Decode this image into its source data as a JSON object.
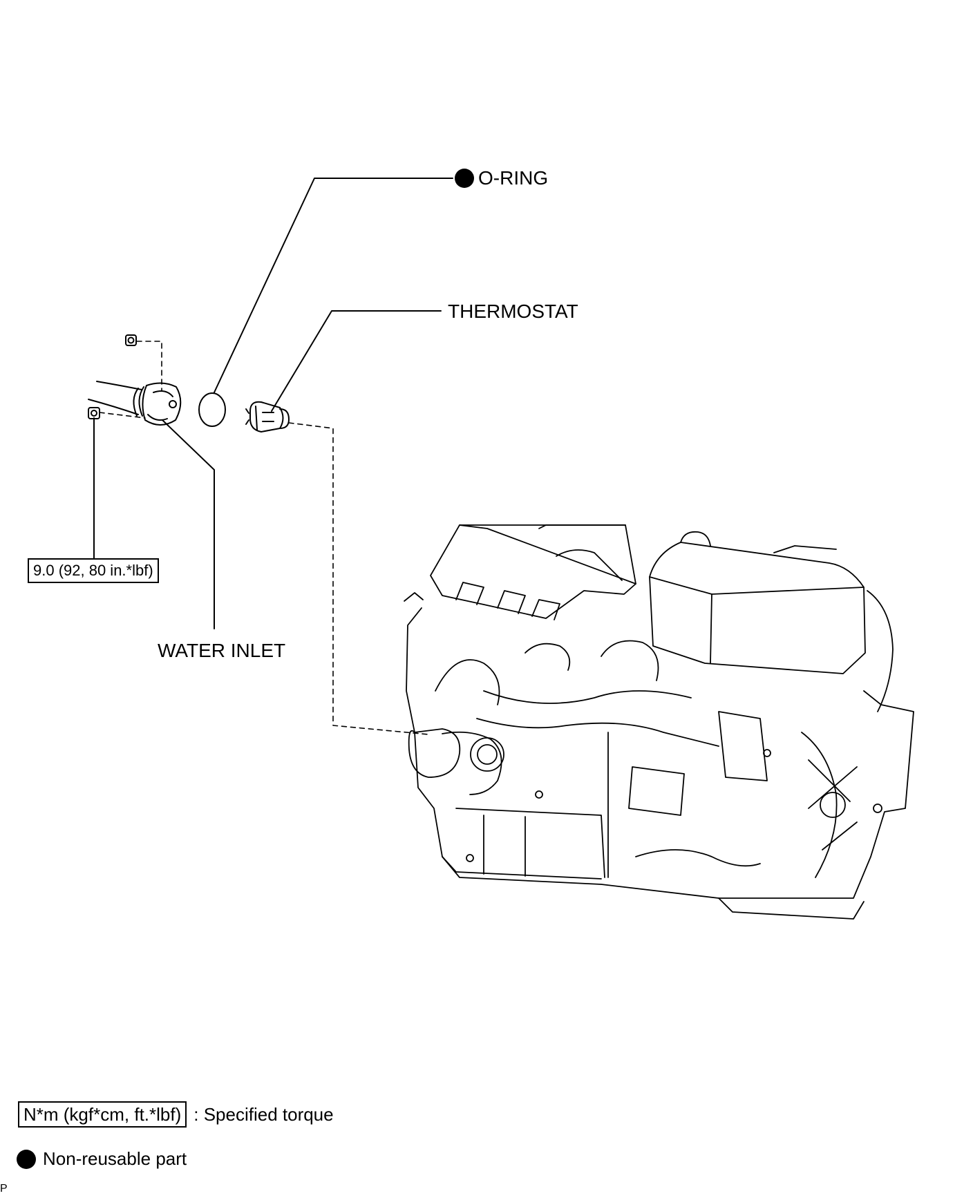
{
  "labels": {
    "o_ring": "O-RING",
    "thermostat": "THERMOSTAT",
    "water_inlet": "WATER INLET",
    "torque_value": "9.0 (92, 80 in.*lbf)"
  },
  "legend": {
    "torque_units": "N*m (kgf*cm, ft.*lbf)",
    "torque_desc": ": Specified torque",
    "non_reusable": "Non-reusable part"
  },
  "corner_mark": "P"
}
